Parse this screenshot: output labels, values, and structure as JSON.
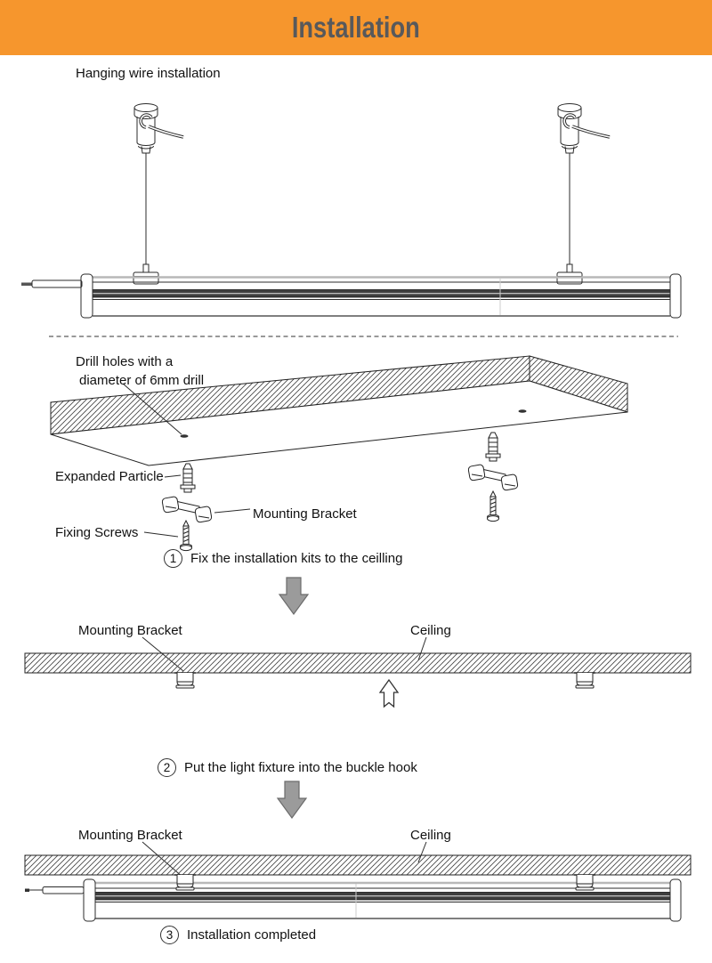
{
  "theme": {
    "accent": "#F6962D",
    "header_text": "#58595B",
    "ink": "#111111",
    "arrow_gray": "#9B9B9B",
    "fixture_dark_band": "#3E3E3E"
  },
  "header": {
    "title": "Installation"
  },
  "intro": {
    "subtitle": "Hanging wire installation"
  },
  "drill_note": {
    "line1": "Drill holes with a",
    "line2": "diameter of 6mm drill"
  },
  "part_labels": {
    "expanded_particle": "Expanded Particle",
    "mounting_bracket": "Mounting Bracket",
    "fixing_screws": "Fixing Screws"
  },
  "steps": [
    {
      "num": "1",
      "text": "Fix the installation kits to the ceilling"
    },
    {
      "num": "2",
      "text": "Put the light fixture into the buckle hook"
    },
    {
      "num": "3",
      "text": "Installation completed"
    }
  ],
  "ceiling_sections": [
    {
      "mounting_bracket": "Mounting Bracket",
      "ceiling": "Ceiling"
    },
    {
      "mounting_bracket": "Mounting Bracket",
      "ceiling": "Ceiling"
    }
  ]
}
